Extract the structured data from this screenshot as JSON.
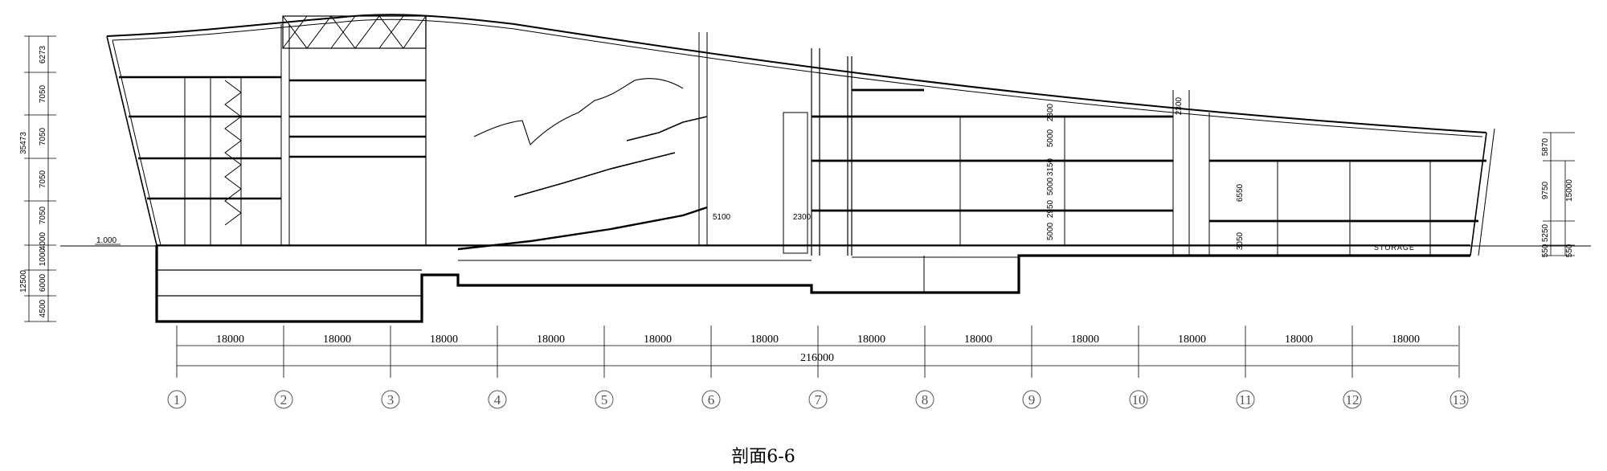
{
  "title": "剖面6-6",
  "room_label": "STORAGE",
  "ground_level": "1.000",
  "axes": [
    "1",
    "2",
    "3",
    "4",
    "5",
    "6",
    "7",
    "8",
    "9",
    "10",
    "11",
    "12",
    "13"
  ],
  "spans": [
    "18000",
    "18000",
    "18000",
    "18000",
    "18000",
    "18000",
    "18000",
    "18000",
    "18000",
    "18000",
    "18000",
    "18000"
  ],
  "total_span": "216000",
  "left_dims": {
    "outer": [
      "35473",
      "12500"
    ],
    "inner": [
      "6273",
      "7050",
      "7050",
      "7050",
      "7050",
      "4000",
      "1000",
      "6000",
      "4500"
    ]
  },
  "right_dims": {
    "inner": [
      "5870",
      "9750",
      "5250",
      "550"
    ],
    "outer": [
      "15000",
      "550"
    ]
  },
  "interior_dims": [
    "5100",
    "2300",
    "2300",
    "5000",
    "3150",
    "5000",
    "2950",
    "5000",
    "6550",
    "3050",
    "2300"
  ]
}
